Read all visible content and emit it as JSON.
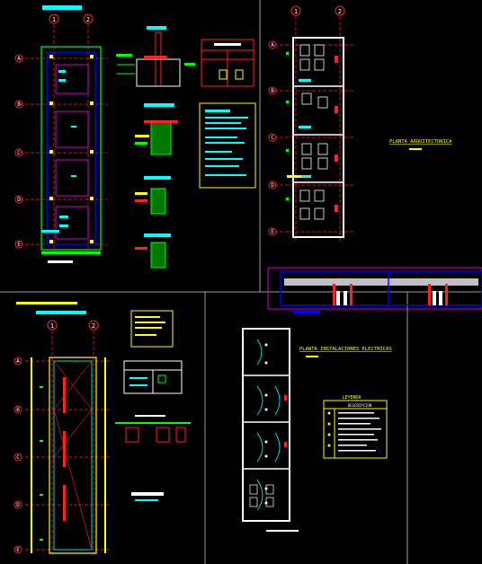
{
  "grid_axes": {
    "top_left": [
      "1",
      "2"
    ],
    "top_right": [
      "1",
      "2"
    ],
    "bottom_left": [
      "1",
      "2"
    ],
    "rows_a": [
      "A",
      "B",
      "C",
      "D",
      "E"
    ],
    "rows_b": [
      "A",
      "B",
      "C",
      "D",
      "E"
    ],
    "rows_c": [
      "A",
      "B",
      "C",
      "D",
      "E"
    ]
  },
  "titles": {
    "arch_plan": "PLANTA ARQUITECTONICA",
    "elec_plan": "PLANTA INSTALACIONES ELECTRICAS",
    "legend_title": "LEYENDA",
    "legend_sub": "DESCRIPCION"
  },
  "colors": {
    "background": "#000000",
    "wall": "#ffffff",
    "grid_red": "#ff2020",
    "cyan": "#00ffff",
    "yellow": "#ffff00",
    "green": "#00ff00",
    "magenta": "#ff00ff",
    "blue": "#0000ff",
    "sheet_border": "#9a9a9a"
  }
}
